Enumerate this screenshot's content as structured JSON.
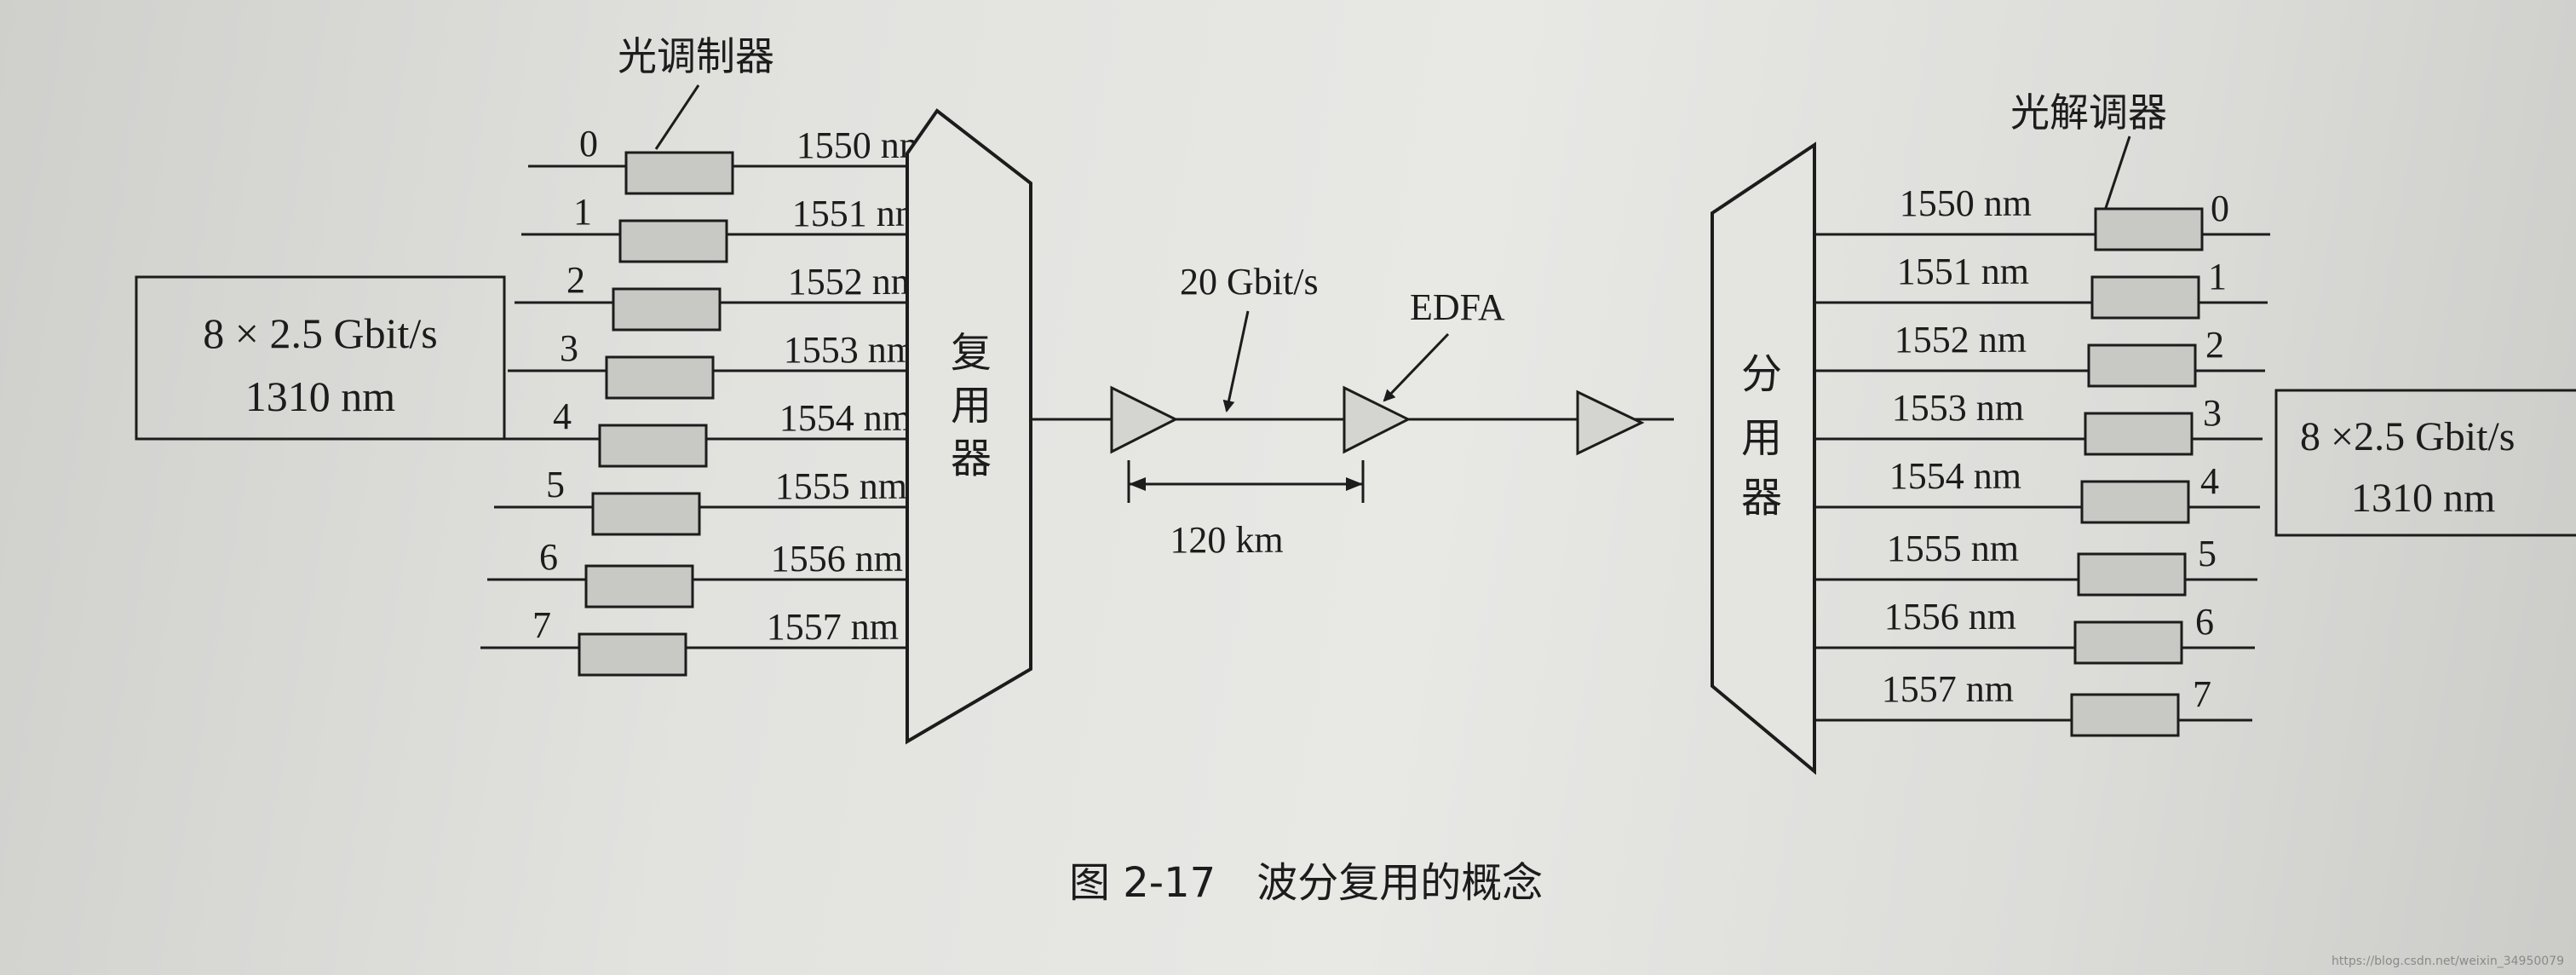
{
  "modulator_title": "光调制器",
  "demodulator_title": "光解调器",
  "input_box": {
    "line1": "8 × 2.5 Gbit/s",
    "line2": "1310 nm"
  },
  "output_box": {
    "line1": "8 ×2.5 Gbit/s",
    "line2": "1310 nm"
  },
  "multiplexer": [
    "复",
    "用",
    "器"
  ],
  "demultiplexer": [
    "分",
    "用",
    "器"
  ],
  "channel_numbers": [
    "0",
    "1",
    "2",
    "3",
    "4",
    "5",
    "6",
    "7"
  ],
  "wavelengths": [
    "1550 nm",
    "1551 nm",
    "1552 nm",
    "1553 nm",
    "1554 nm",
    "1555 nm",
    "1556 nm",
    "1557 nm"
  ],
  "bitrate": "20 Gbit/s",
  "amplifier": "EDFA",
  "distance": "120 km",
  "caption": "图 2-17　波分复用的概念",
  "watermark": "https://blog.csdn.net/weixin_34950079",
  "colors": {
    "ink": "#1c1c1c",
    "box_fill": "#c8c8c4",
    "amp_fill": "#d4d4d0"
  }
}
